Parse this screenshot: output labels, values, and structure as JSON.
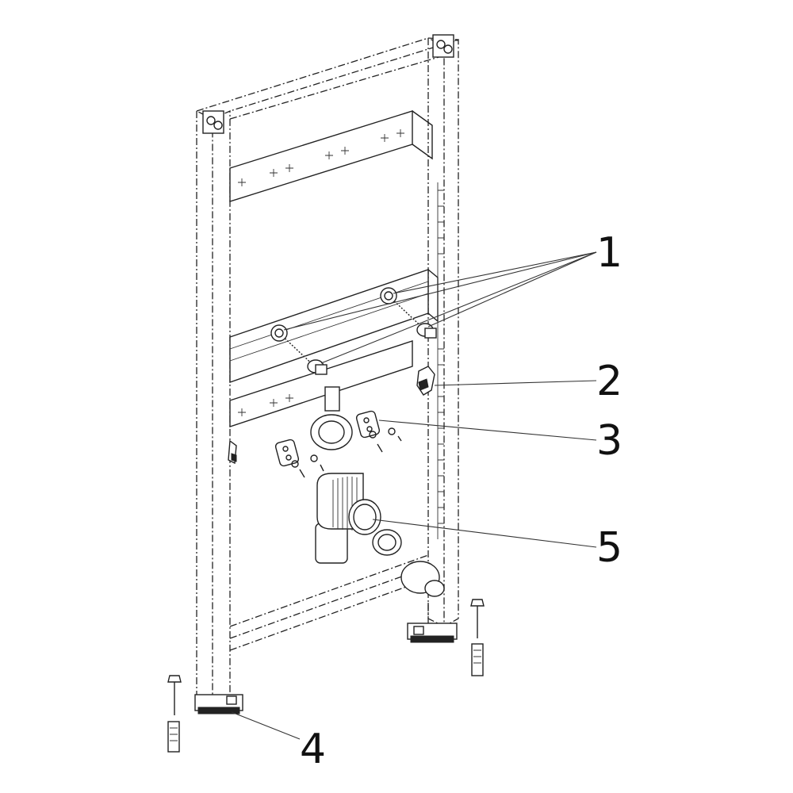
{
  "callouts": [
    {
      "id": "1",
      "label": "1"
    },
    {
      "id": "2",
      "label": "2"
    },
    {
      "id": "3",
      "label": "3"
    },
    {
      "id": "4",
      "label": "4"
    },
    {
      "id": "5",
      "label": "5"
    }
  ],
  "icons": [
    "installation-frame",
    "threaded-rod",
    "angle-bracket",
    "mounting-plate",
    "drain-elbow",
    "foot-bracket",
    "anchor-screw",
    "dowel"
  ]
}
